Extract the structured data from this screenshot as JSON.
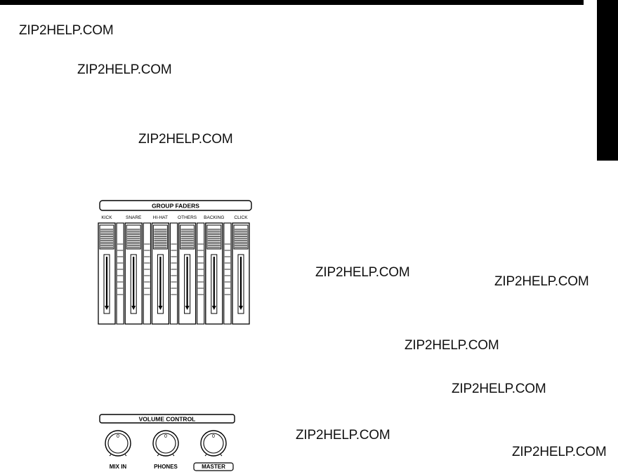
{
  "watermarks": [
    "ZIP2HELP.COM",
    "ZIP2HELP.COM",
    "ZIP2HELP.COM",
    "ZIP2HELP.COM",
    "ZIP2HELP.COM",
    "ZIP2HELP.COM",
    "ZIP2HELP.COM",
    "ZIP2HELP.COM",
    "ZIP2HELP.COM"
  ],
  "group_faders": {
    "title": "GROUP FADERS",
    "channels": [
      "KICK",
      "SNARE",
      "HI-HAT",
      "OTHERS",
      "BACKING",
      "CLICK"
    ]
  },
  "volume_control": {
    "title": "VOLUME CONTROL",
    "knobs": [
      {
        "label": "MIX IN",
        "mark": "0"
      },
      {
        "label": "PHONES",
        "mark": "0"
      },
      {
        "label": "MASTER",
        "mark": "0"
      }
    ]
  }
}
